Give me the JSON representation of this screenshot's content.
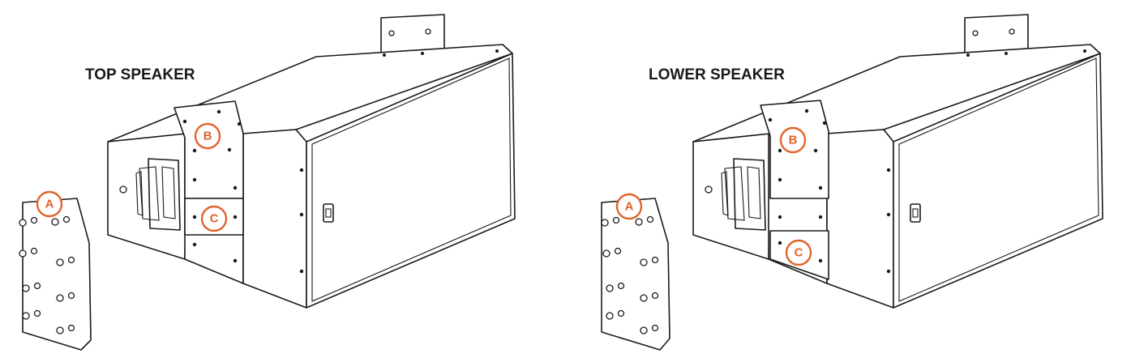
{
  "titles": {
    "top": "TOP SPEAKER",
    "lower": "LOWER SPEAKER"
  },
  "callouts": {
    "a": "A",
    "b": "B",
    "c": "C"
  },
  "colors": {
    "callout": "#e0642a",
    "line": "#1a1a1a"
  }
}
